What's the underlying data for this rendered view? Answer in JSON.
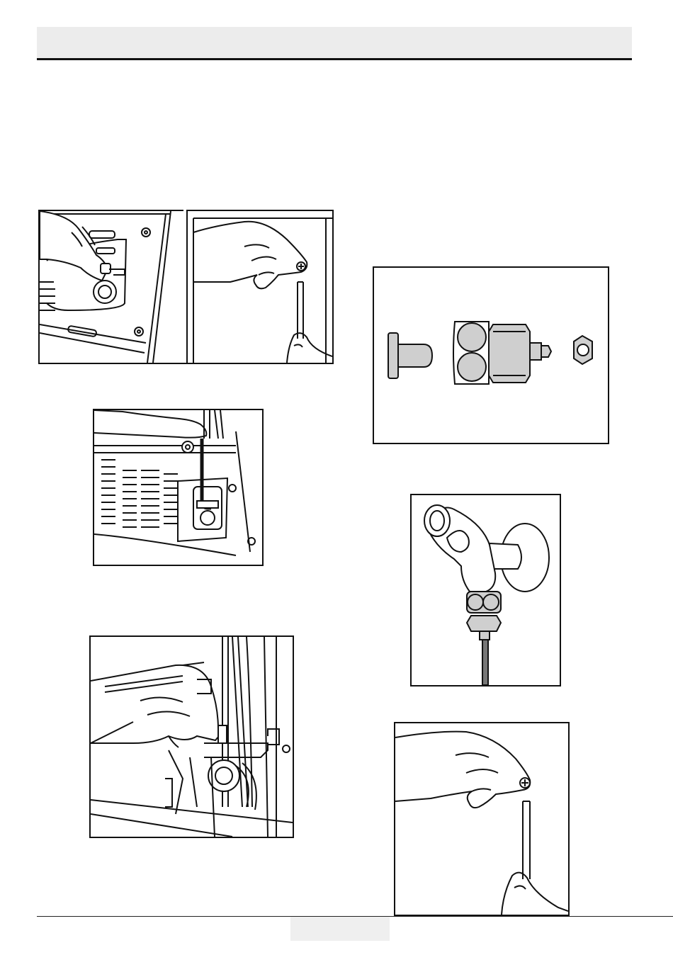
{
  "header": {
    "title": ""
  },
  "footer": {
    "page_number": ""
  },
  "figures": [
    {
      "id": "fig-a",
      "icon": "remove-plug-from-back-panel-illustration"
    },
    {
      "id": "fig-b",
      "icon": "hand-with-plug-and-tube-illustration"
    },
    {
      "id": "fig-c",
      "icon": "route-water-hose-on-back-panel-illustration"
    },
    {
      "id": "fig-d",
      "icon": "fix-hose-in-clamp-illustration"
    },
    {
      "id": "fig-e",
      "icon": "valve-adapter-parts-illustration"
    },
    {
      "id": "fig-f",
      "icon": "tap-valve-with-hose-illustration"
    },
    {
      "id": "fig-g",
      "icon": "hand-with-plug-and-tube-illustration"
    }
  ],
  "colors": {
    "ink": "#111111",
    "header_bg": "#ececec",
    "part_fill": "#cfcfcf"
  }
}
